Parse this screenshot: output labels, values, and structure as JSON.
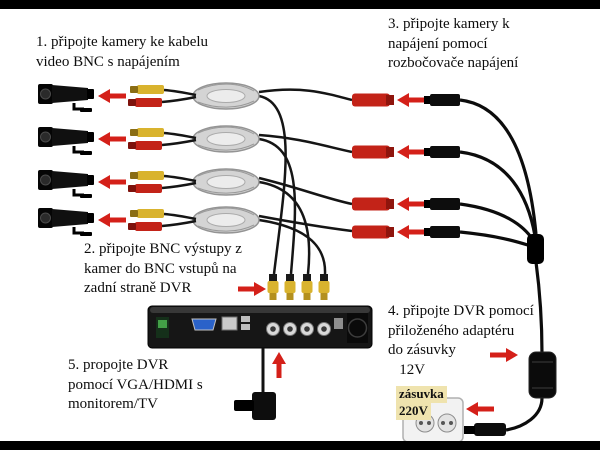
{
  "labels": {
    "step1": "1. připojte kamery ke kabelu\nvideo BNC s napájením",
    "step2": "2. připojte BNC výstupy z\nkamer do BNC vstupů na\nzadní straně DVR",
    "step3": "3. připojte kamery k\nnapájení pomocí\nrozbočovače napájení",
    "step4": "4. připojte DVR pomocí\npřiloženého adaptéru\ndo zásuvky\n   12V",
    "step5": "5. propojte DVR\npomocí VGA/HDMI s\nmonitorem/TV"
  },
  "socket": {
    "name": "zásuvka",
    "voltage": "220V"
  },
  "diagram": {
    "cameras_count": 4,
    "components": [
      "security-camera",
      "bnc-video-power-pigtail",
      "coiled-cable-bundle",
      "power-splitter",
      "bnc-connector",
      "dvr-rear-panel",
      "power-adapter",
      "vga-cable",
      "wall-socket"
    ]
  },
  "colors": {
    "arrow_red": "#d42019",
    "bnc_yellow": "#d9b32e",
    "power_red": "#c32318",
    "highlight": "#efe3ae"
  }
}
